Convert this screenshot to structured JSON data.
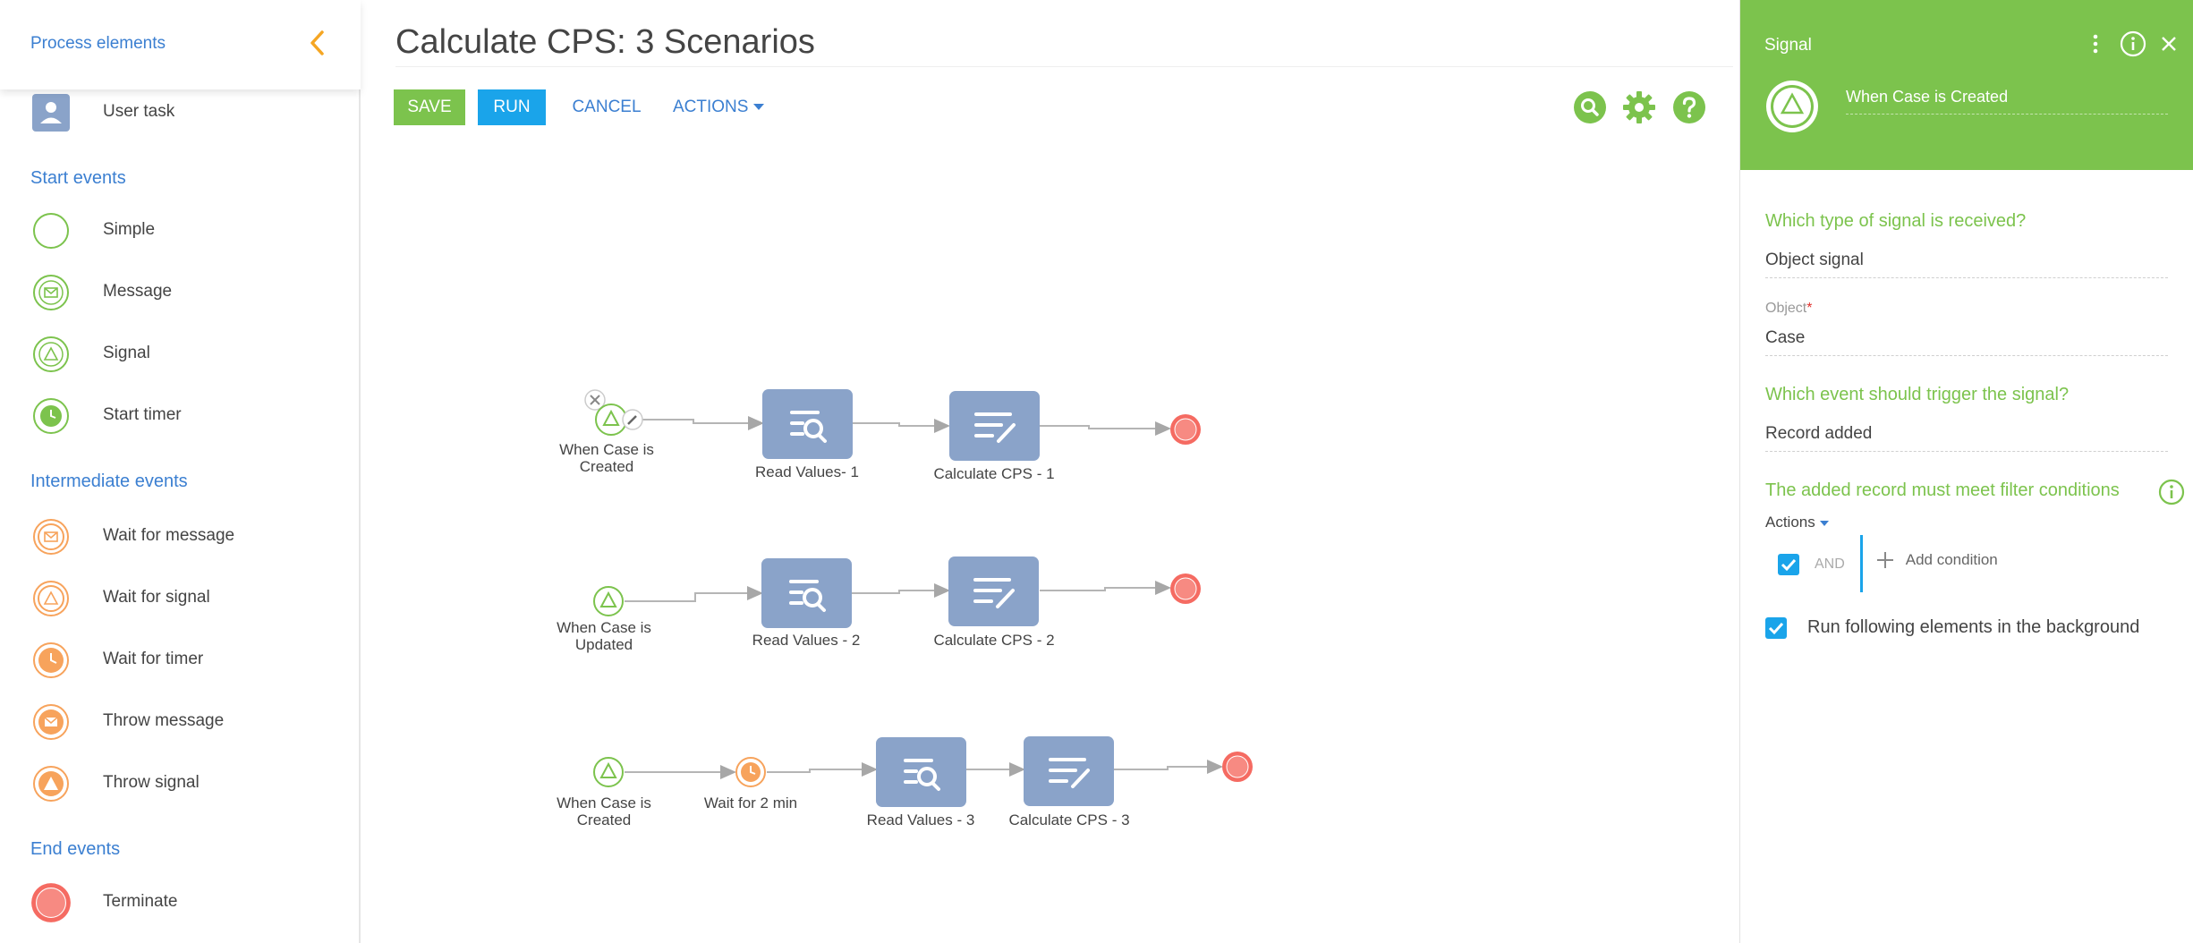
{
  "palette": {
    "title": "Process elements",
    "user_task": "User task",
    "sections": {
      "start": "Start events",
      "intermediate": "Intermediate events",
      "end": "End events"
    },
    "start_items": [
      "Simple",
      "Message",
      "Signal",
      "Start timer"
    ],
    "intermediate_items": [
      "Wait for message",
      "Wait for signal",
      "Wait for timer",
      "Throw message",
      "Throw signal"
    ],
    "end_items": [
      "Terminate"
    ]
  },
  "header": {
    "title": "Calculate CPS: 3 Scenarios",
    "save": "SAVE",
    "run": "RUN",
    "cancel": "CANCEL",
    "actions": "ACTIONS"
  },
  "diagram": {
    "row1": {
      "start": "When Case is Created",
      "read": "Read Values- 1",
      "calc": "Calculate CPS - 1"
    },
    "row2": {
      "start": "When Case is Updated",
      "read": "Read Values - 2",
      "calc": "Calculate CPS - 2"
    },
    "row3": {
      "start": "When Case is Created",
      "wait": "Wait for 2 min",
      "read": "Read Values - 3",
      "calc": "Calculate CPS - 3"
    }
  },
  "panel": {
    "title": "Signal",
    "element_name": "When Case is Created",
    "q_signal_type": "Which type of signal is received?",
    "signal_type": "Object signal",
    "object_label": "Object",
    "object_required": "*",
    "object_value": "Case",
    "q_event": "Which event should trigger the signal?",
    "event_value": "Record added",
    "q_filter": "The added record must meet filter conditions",
    "actions_label": "Actions",
    "and_label": "AND",
    "add_condition": "Add condition",
    "background_label": "Run following elements in the background"
  },
  "colors": {
    "green": "#7cc34d",
    "blue": "#1aa4ea",
    "link_blue": "#3b7fd1",
    "orange": "#f7a35c",
    "task_blue": "#8aa3c9",
    "end_red": "#f56b62"
  }
}
